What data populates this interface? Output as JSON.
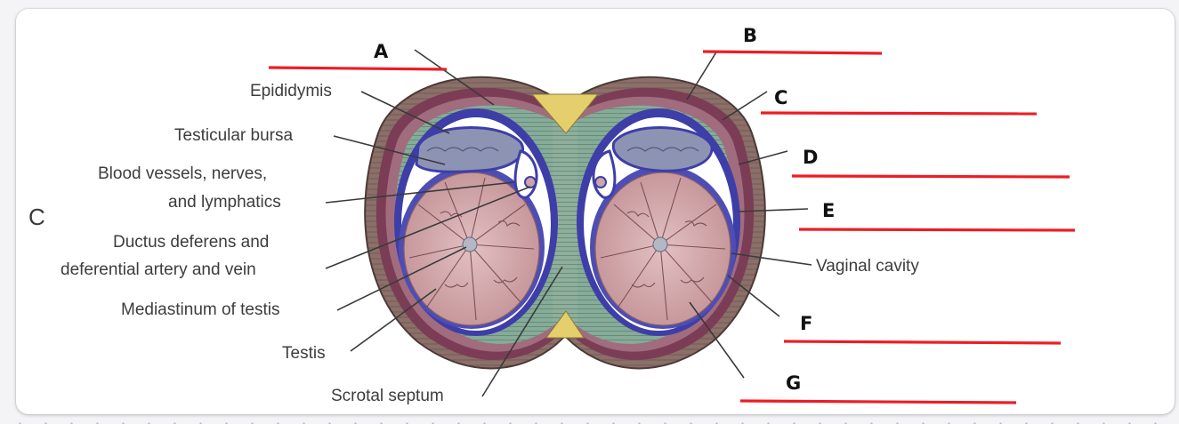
{
  "figure": {
    "panel_letter": "C",
    "left_labels": {
      "epididymis": "Epididymis",
      "testicular_bursa": "Testicular bursa",
      "blood_vessels_1": "Blood vessels, nerves,",
      "blood_vessels_2": "and lymphatics",
      "ductus_1": "Ductus deferens and",
      "ductus_2": "deferential artery and vein",
      "mediastinum": "Mediastinum of testis",
      "testis": "Testis",
      "scrotal_septum": "Scrotal septum"
    },
    "right_labels": {
      "vaginal_cavity": "Vaginal cavity"
    },
    "blank_markers": {
      "a": "A",
      "b": "B",
      "c": "C",
      "d": "D",
      "e": "E",
      "f": "F",
      "g": "G"
    },
    "colors": {
      "answer_line": "#ee1c24",
      "tunica_blue": "#3e3ea8",
      "testis_pink": "#cfa4a8",
      "epididymis_gray": "#8d93b3",
      "muscle_green": "#86ab98",
      "fat_yellow": "#e4cf6c",
      "dartos_maroon": "#7b3d55"
    }
  }
}
